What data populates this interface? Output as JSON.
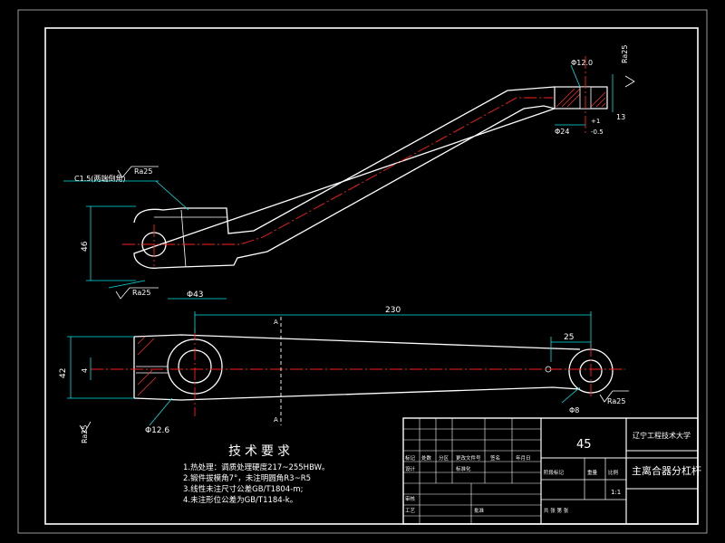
{
  "colors": {
    "background": "#000000",
    "outline": "#ffffff",
    "centerline": "#ff2020",
    "dimension": "#00e5e5",
    "hatch": "#ff3030"
  },
  "dims": {
    "d230": "230",
    "d25": "25",
    "phi43": "Φ43",
    "phi12_6": "Φ12.6",
    "d46": "46",
    "d42": "42",
    "d4": "4",
    "phi24": "Φ24",
    "d13": "13",
    "phi12_top": "Φ12.0",
    "ra25_a": "Ra25",
    "ra25_b": "Ra25",
    "ra25_c": "Ra25",
    "ra25_d": "Ra25",
    "ra25_e": "Ra25",
    "chamfer": "C1.5(两端倒角)",
    "section_a1": "A",
    "section_a2": "A",
    "phi8": "Φ8",
    "tol_plus": "+1",
    "tol_minus": "-0.5"
  },
  "notes": {
    "title": "技术要求",
    "items": [
      "1.热处理：调质处理硬度217~255HBW。",
      "2.锻件拔模角7°，未注明圆角R3~R5",
      "3.线性未注尺寸公差GB/T1804-m;",
      "4.未注形位公差为GB/T1184-k。"
    ]
  },
  "title_block": {
    "material": "45",
    "university": "辽宁工程技术大学",
    "part_name": "主离合器分杠杆",
    "scale": "1:1",
    "r_mark": "标记",
    "r_count": "处数",
    "r_zone": "分区",
    "r_docno": "更改文件号",
    "r_sign": "签名",
    "r_date": "年月日",
    "r_design": "设计",
    "r_std": "标准化",
    "stage": "阶段标记",
    "weight": "重量",
    "scale_label": "比例",
    "review": "审核",
    "process": "工艺",
    "approve": "批准",
    "sheets": "共 张 第 张"
  }
}
